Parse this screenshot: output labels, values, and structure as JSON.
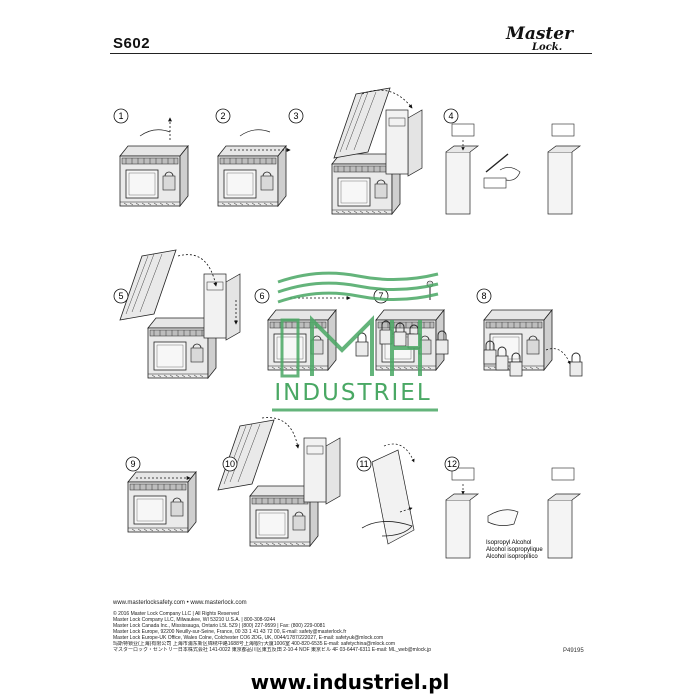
{
  "header": {
    "model": "S602",
    "brand": "Master",
    "brand_sub": "Lock."
  },
  "steps": [
    "1",
    "2",
    "3",
    "4",
    "5",
    "6",
    "7",
    "8",
    "9",
    "10",
    "11",
    "12"
  ],
  "callout": {
    "line1": "Isopropyl Alcohol",
    "line2": "Alcohol isopropylique",
    "line3": "Alcohol isopropílico"
  },
  "footer": {
    "web": "www.masterlocksafety.com • www.masterlock.com",
    "lines": [
      "© 2016 Master Lock Company LLC | All Rights Reserved",
      "Master Lock Company LLC, Milwaukee, WI 53210 U.S.A. | 800-308-9244",
      "Master Lock Canada Inc., Mississauga, Ontario L5L 5Z9 | (800) 227-9599 | Fax: (800) 229-0081",
      "Master Lock Europe, 92200 Neuilly-sur-Seine, France, 00 33 1 41 43 72 00, E-mail: safety@masterlock.fr",
      "Master Lock Europe-UK Office, Wales Colne, Colchester CO6 2DG, UK, 0044/1787/222027, E-mail: safetyuk@mlock.com",
      "玛斯特锁业(上海)有限公司 上海市浦东新区锦绣中路1688号上海银行大厦1006室 400-820-6535 E-mail: safetychina@mlock.com",
      "マスターロック・セントリー日本株式会社 141-0022 東京都品川区東五反田 2-10-4 NOF 東京ビル 4F 03-6447-6311 E-mail: ML_web@mlock.jp"
    ],
    "part_number": "P49195"
  },
  "watermark": {
    "text": "INDUSTRIEL"
  },
  "site": {
    "url": "www.industriel.pl"
  },
  "colors": {
    "watermark": "#4aa864",
    "ink": "#111111",
    "chrome": "#c8c8c8",
    "body": "#dcdcdc"
  }
}
